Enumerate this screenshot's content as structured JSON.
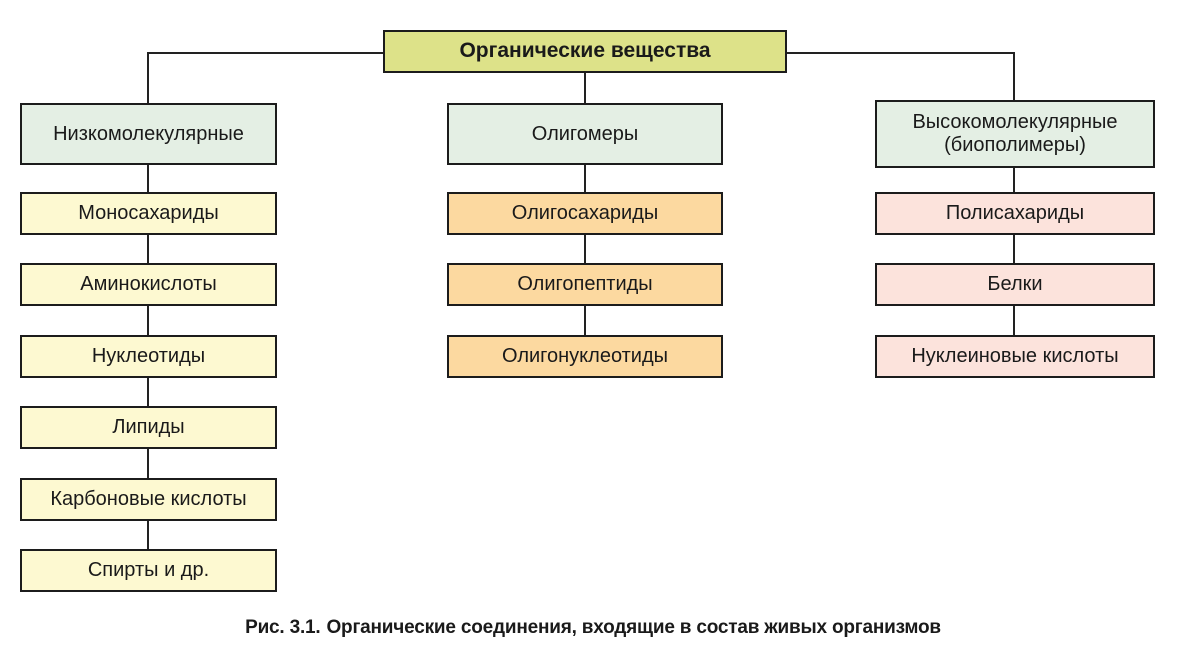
{
  "diagram": {
    "root_label": "Органические вещества",
    "columns": [
      {
        "header": "Низкомолекулярные",
        "items": [
          "Моносахариды",
          "Аминокислоты",
          "Нуклеотиды",
          "Липиды",
          "Карбоновые кислоты",
          "Спирты и др."
        ]
      },
      {
        "header": "Олигомеры",
        "items": [
          "Олигосахариды",
          "Олигопептиды",
          "Олигонуклеотиды"
        ]
      },
      {
        "header": "Высокомолекулярные (биополимеры)",
        "items": [
          "Полисахариды",
          "Белки",
          "Нуклеиновые кислоты"
        ]
      }
    ],
    "colors": {
      "root-bg": "#dde289",
      "group-bg": "#e4efe4",
      "low-bg": "#fdf9d1",
      "oligo-bg": "#fcd9a0",
      "poly-bg": "#fce3dc",
      "border": "#1c1c1c",
      "line": "#222222",
      "text": "#1a1a1a"
    }
  },
  "caption": {
    "label": "Рис. 3.1.",
    "text": "Органические соединения, входящие в состав живых организмов"
  }
}
